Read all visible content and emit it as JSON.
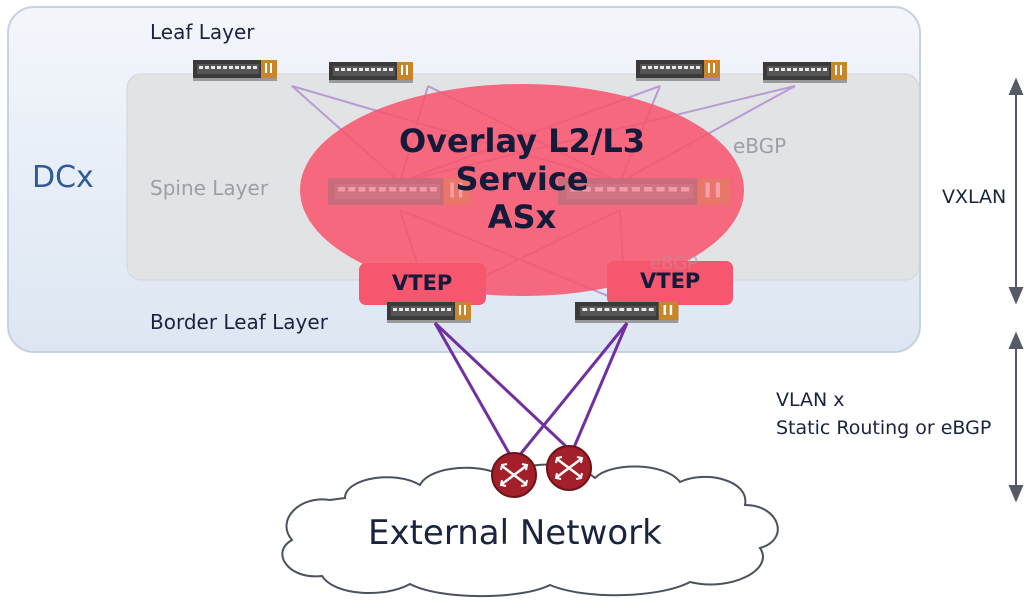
{
  "labels": {
    "leaf_layer": "Leaf Layer",
    "spine_layer": "Spine Layer",
    "border_leaf_layer": "Border Leaf Layer",
    "dc_name": "DCx",
    "ebgp": "eBGP",
    "ebgp_faint": "eBGP",
    "overlay_line1": "Overlay L2/L3",
    "overlay_line2": "Service",
    "overlay_line3": "ASx",
    "vtep_left": "VTEP",
    "vtep_right": "VTEP",
    "vxlan": "VXLAN",
    "vlan_line1": "VLAN x",
    "vlan_line2": "Static Routing or eBGP",
    "external_network": "External Network"
  },
  "colors": {
    "dc_box": "#e4ecf6",
    "dc_border": "#c5d2e2",
    "spine_box": "#e2e3e5",
    "overlay": "#f7566f",
    "vtep_box": "#f7566f",
    "link_purple": "#7030a0",
    "link_light": "#b79bd2",
    "router": "#a3202a",
    "switch_dark": "#3a3a3a",
    "switch_port": "#c8862a",
    "arrow": "#555a66"
  },
  "icons": [
    "switch-icon",
    "router-icon",
    "cloud-icon",
    "arrow-icon"
  ]
}
